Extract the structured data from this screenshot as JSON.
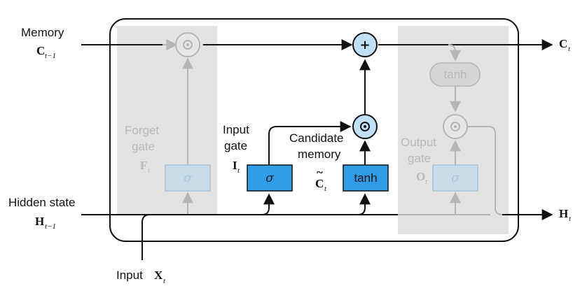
{
  "labels": {
    "memory": "Memory",
    "memory_symbol": "C",
    "memory_sub": "t−1",
    "memory_out_symbol": "C",
    "memory_out_sub": "t",
    "hidden_state": "Hidden state",
    "hidden_symbol": "H",
    "hidden_sub": "t−1",
    "hidden_out_symbol": "H",
    "hidden_out_sub": "t",
    "input": "Input",
    "input_symbol": "X",
    "input_sub": "t",
    "forget_gate_line1": "Forget",
    "forget_gate_line2": "gate",
    "forget_symbol": "F",
    "forget_sub": "t",
    "input_gate_line1": "Input",
    "input_gate_line2": "gate",
    "input_gate_symbol": "I",
    "input_gate_sub": "t",
    "candidate_line1": "Candidate",
    "candidate_line2": "memory",
    "candidate_symbol": "C",
    "candidate_tilde": "~",
    "candidate_sub": "t",
    "output_gate_line1": "Output",
    "output_gate_line2": "gate",
    "output_symbol": "O",
    "output_sub": "t"
  },
  "nodes": {
    "forget_sigma": "σ",
    "input_sigma": "σ",
    "candidate_tanh": "tanh",
    "output_sigma": "σ",
    "output_tanh": "tanh",
    "add_op": "+",
    "mult_op_forget": "⊙",
    "mult_op_input": "⊙",
    "mult_op_output": "⊙"
  },
  "colors": {
    "active_fill": "#2f9de8",
    "active_circle": "#bfe0f7",
    "faded_fill": "#bfd6e8",
    "faded_region": "#e3e3e3",
    "line": "#111111",
    "faded_line": "#b5b5b5"
  }
}
